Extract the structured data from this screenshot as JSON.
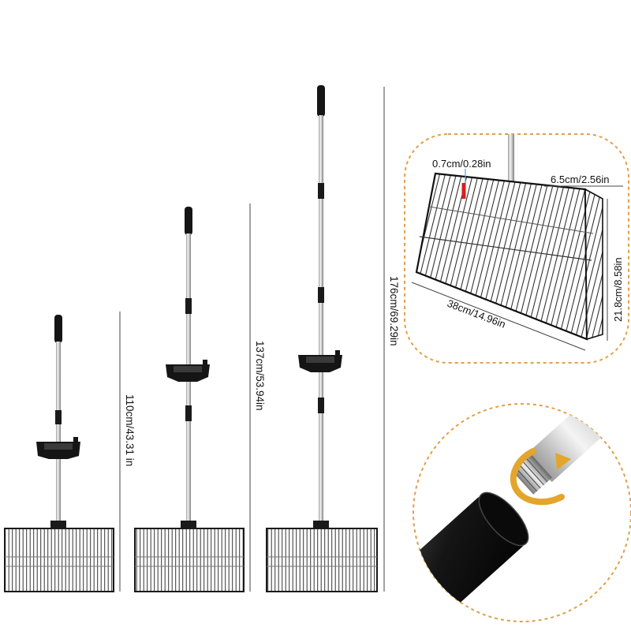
{
  "rakes": [
    {
      "height_label": "110cm/43.31 in"
    },
    {
      "height_label": "137cm/53.94in"
    },
    {
      "height_label": "176cm/69.29in"
    }
  ],
  "detail": {
    "wire_gap_label": "0.7cm/0.28in",
    "depth_label": "6.5cm/2.56in",
    "height_label": "21.8cm/8.58in",
    "width_label": "38cm/14.96in"
  },
  "colors": {
    "callout_border": "#e0a04a",
    "accent_red": "#d62020",
    "handle_black": "#1a1a1a",
    "steel": "#c8c8c8"
  },
  "icons": {
    "rotate_arrow": "rotate-arrow-icon"
  }
}
